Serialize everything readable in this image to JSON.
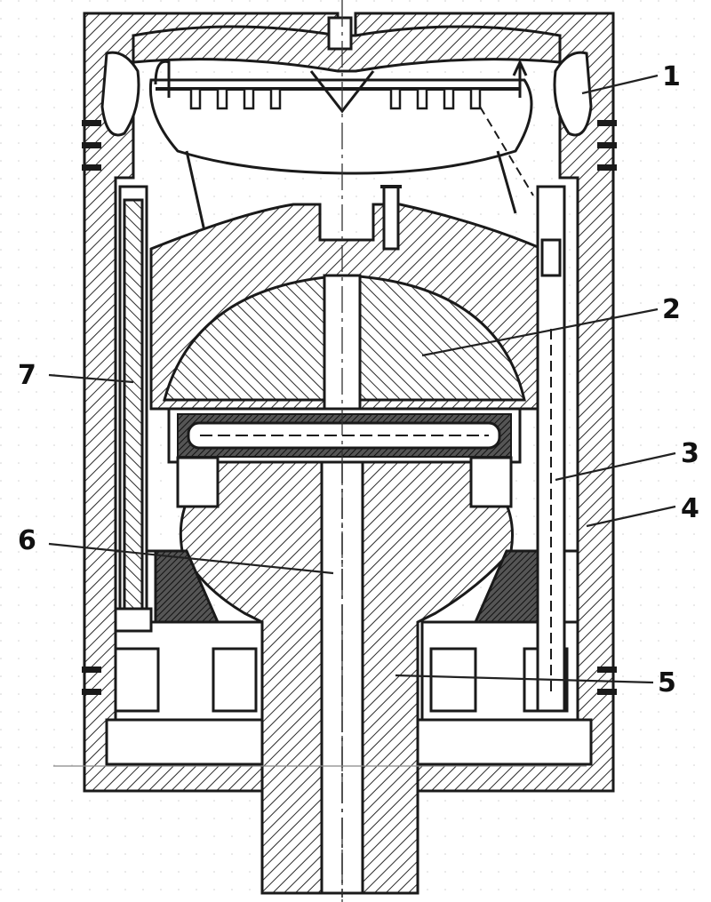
{
  "diagram": {
    "callouts": [
      {
        "id": "1",
        "label": "1"
      },
      {
        "id": "2",
        "label": "2"
      },
      {
        "id": "3",
        "label": "3"
      },
      {
        "id": "4",
        "label": "4"
      },
      {
        "id": "5",
        "label": "5"
      },
      {
        "id": "6",
        "label": "6"
      },
      {
        "id": "7",
        "label": "7"
      }
    ]
  },
  "colors": {
    "line": "#1a1a1a",
    "hatch": "#2a2a2a",
    "background": "#ffffff",
    "grid": "#c8c8c8"
  }
}
